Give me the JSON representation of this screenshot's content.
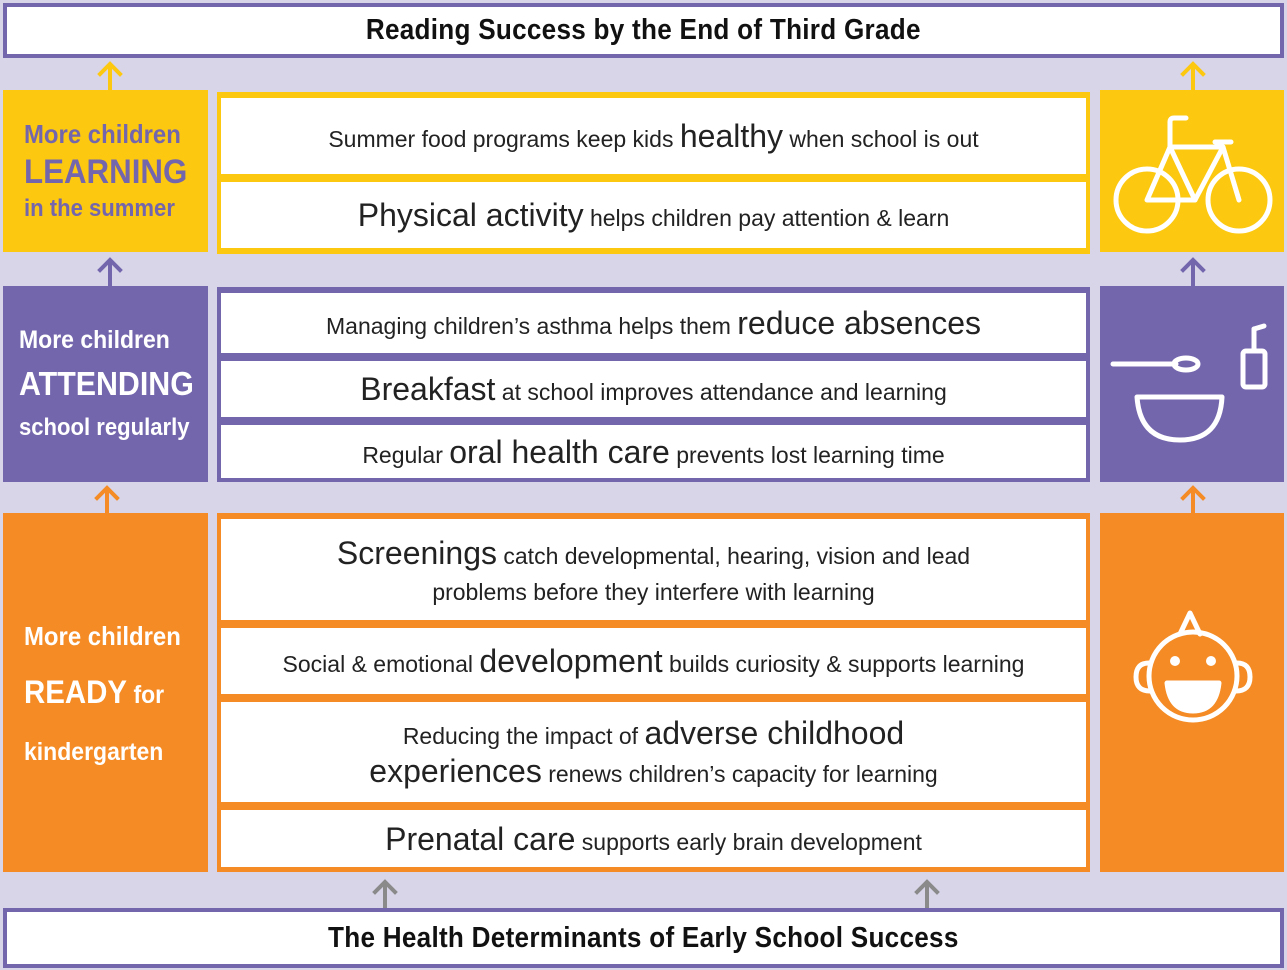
{
  "top_banner": "Reading Success by the End of Third Grade",
  "bottom_banner": "The Health Determinants of Early School Success",
  "colors": {
    "yellow": "#fcc810",
    "purple": "#7466ad",
    "orange": "#f48b24",
    "purple_text": "#7466ad",
    "background": "#d9d5e9"
  },
  "learning": {
    "side": [
      "More children",
      "LEARNING",
      "in the summer"
    ],
    "icon": "bicycle-icon",
    "rows": [
      {
        "pre": "Summer food programs keep kids ",
        "big": "healthy",
        "post": " when school is out"
      },
      {
        "pre": "",
        "big": "Physical activity",
        "post": " helps children pay attention & learn"
      }
    ]
  },
  "attending": {
    "side": [
      "More children",
      "ATTENDING",
      "school regularly"
    ],
    "icon": "breakfast-bowl-icon",
    "rows": [
      {
        "pre": "Managing children’s asthma helps them ",
        "big": "reduce absences",
        "post": ""
      },
      {
        "pre": "",
        "big": "Breakfast",
        "post": " at school improves attendance and learning"
      },
      {
        "pre": "Regular ",
        "big": "oral health care",
        "post": " prevents lost learning time"
      }
    ]
  },
  "ready": {
    "side_line1": "More children",
    "side_big": "READY",
    "side_for": " for",
    "side_line3": "kindergarten",
    "icon": "child-face-icon",
    "rows": {
      "screenings": {
        "big": "Screenings",
        "post": " catch developmental, hearing, vision and lead",
        "line2": "problems before they interfere with learning"
      },
      "social": {
        "pre": "Social & emotional ",
        "big": "development",
        "post": " builds curiosity & supports learning"
      },
      "adverse": {
        "pre": "Reducing the impact of ",
        "big": "adverse childhood",
        "big2": "experiences",
        "post": " renews children’s capacity for learning"
      },
      "prenatal": {
        "big": "Prenatal care",
        "post": " supports early brain development"
      }
    }
  }
}
